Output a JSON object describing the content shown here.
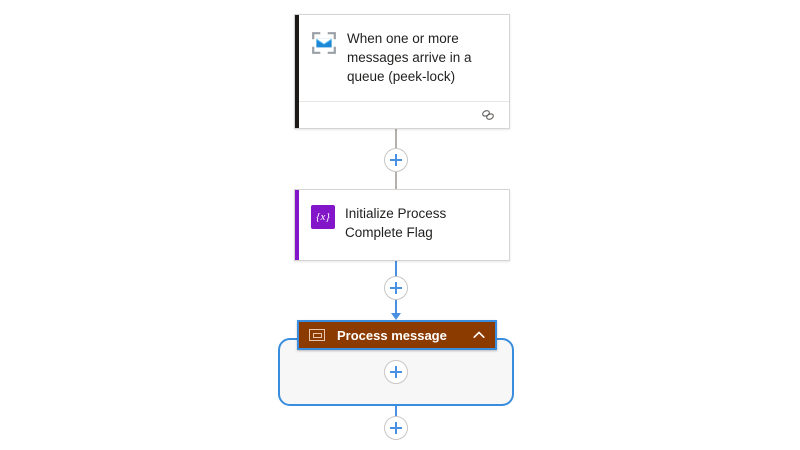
{
  "canvas": {
    "background_color": "#ffffff",
    "connector_color": "#b3b0ad",
    "connector_active_color": "#4a90e2",
    "add_label": "+"
  },
  "nodes": {
    "trigger": {
      "title": "When one or more messages arrive in a queue (peek-lock)",
      "icon": "service-bus-icon",
      "accent_color": "#1b1a19",
      "footer_icon": "chain-link-icon"
    },
    "variable": {
      "title": "Initialize Process Complete Flag",
      "icon": "variable-icon",
      "icon_glyph": "{x}",
      "accent_color": "#8316c8"
    },
    "scope": {
      "title": "Process message",
      "icon": "scope-icon",
      "header_color": "#8c3b00",
      "selected_border_color": "#3a8dde",
      "collapse_icon": "chevron-up-icon",
      "body_color": "#f7f7f7"
    }
  },
  "connectors": [
    {
      "name": "trigger-to-variable",
      "color": "#b3b0ad",
      "add_button": true
    },
    {
      "name": "variable-to-scope",
      "color": "#4a90e2",
      "add_button": true,
      "arrow": true
    },
    {
      "name": "scope-inner",
      "color": "#f7f7f7",
      "add_button": true
    },
    {
      "name": "scope-to-end",
      "color": "#4a90e2",
      "add_button": true
    }
  ]
}
